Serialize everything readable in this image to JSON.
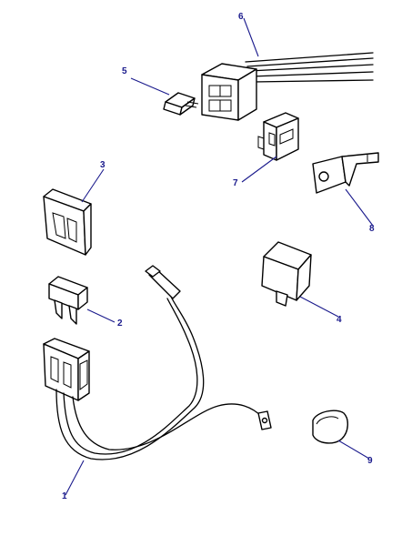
{
  "colors": {
    "line": "#000000",
    "callout": "#1a1a8c",
    "background": "#ffffff"
  },
  "callouts": [
    {
      "id": "1",
      "text": "1"
    },
    {
      "id": "2",
      "text": "2"
    },
    {
      "id": "3",
      "text": "3"
    },
    {
      "id": "4",
      "text": "4"
    },
    {
      "id": "5",
      "text": "5"
    },
    {
      "id": "6",
      "text": "6"
    },
    {
      "id": "7",
      "text": "7"
    },
    {
      "id": "8",
      "text": "8"
    },
    {
      "id": "9",
      "text": "9"
    }
  ]
}
